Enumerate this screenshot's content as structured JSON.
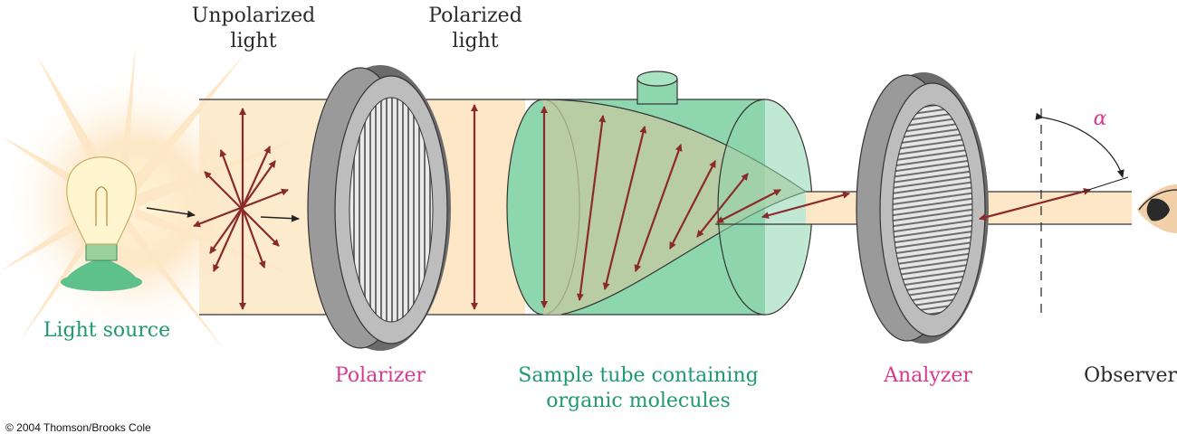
{
  "labels": {
    "unpolarized_1": "Unpolarized",
    "unpolarized_2": "light",
    "polarized_1": "Polarized",
    "polarized_2": "light",
    "light_source": "Light source",
    "polarizer": "Polarizer",
    "sample_tube_1": "Sample tube containing",
    "sample_tube_2": "organic molecules",
    "analyzer": "Analyzer",
    "observer": "Observer",
    "alpha": "α"
  },
  "copyright": "© 2004 Thomson/Brooks Cole",
  "colors": {
    "light_beam": "#fde7c6",
    "sample_tube": "#8ed6ad",
    "arrow": "#8b2a2a",
    "filter_ring": "#7a7a7a",
    "label_green": "#1f9a6a",
    "label_pink": "#d63a8f"
  }
}
